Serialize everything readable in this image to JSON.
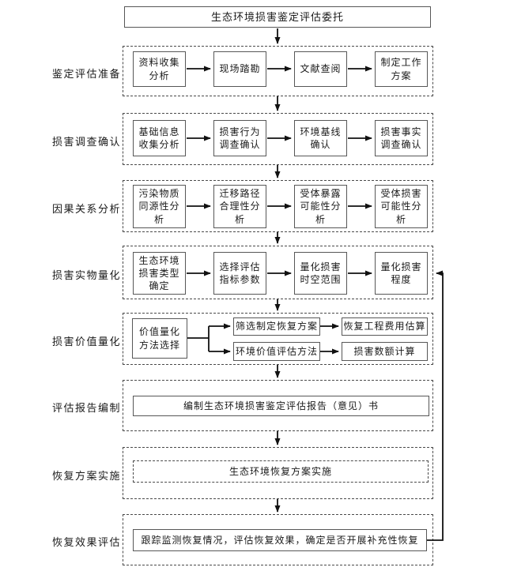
{
  "colors": {
    "border": "#575757",
    "dashed_border": "#4a4a4a",
    "arrow": "#111111",
    "text": "#1a1a1a",
    "background": "#ffffff"
  },
  "title_box": {
    "label": "生态环境损害鉴定评估委托"
  },
  "stages": [
    {
      "label": "鉴定评估准备",
      "boxes": [
        "资料收集\n分析",
        "现场踏勘",
        "文献查阅",
        "制定工作\n方案"
      ]
    },
    {
      "label": "损害调查确认",
      "boxes": [
        "基础信息\n收集分析",
        "损害行为\n调查确认",
        "环境基线\n确认",
        "损害事实\n调查确认"
      ]
    },
    {
      "label": "因果关系分析",
      "boxes": [
        "污染物质\n同源性分\n析",
        "迁移路径\n合理性分\n析",
        "受体暴露\n可能性分\n析",
        "受体损害\n可能性分\n析"
      ]
    },
    {
      "label": "损害实物量化",
      "boxes": [
        "生态环境\n损害类型\n确定",
        "选择评估\n指标参数",
        "量化损害\n时空范围",
        "量化损害\n程度"
      ]
    },
    {
      "label": "损害价值量化",
      "left_box": "价值量化\n方法选择",
      "top_row": [
        "筛选制定恢复方案",
        "恢复工程费用估算"
      ],
      "bottom_row": [
        "环境价值评估方法",
        "损害数额计算"
      ]
    },
    {
      "label": "评估报告编制",
      "box": "编制生态环境损害鉴定评估报告（意见）书"
    },
    {
      "label": "恢复方案实施",
      "box": "生态环境恢复方案实施"
    },
    {
      "label": "恢复效果评估",
      "box": "跟踪监测恢复情况，评估恢复效果，确定是否开展补充性恢复"
    }
  ]
}
